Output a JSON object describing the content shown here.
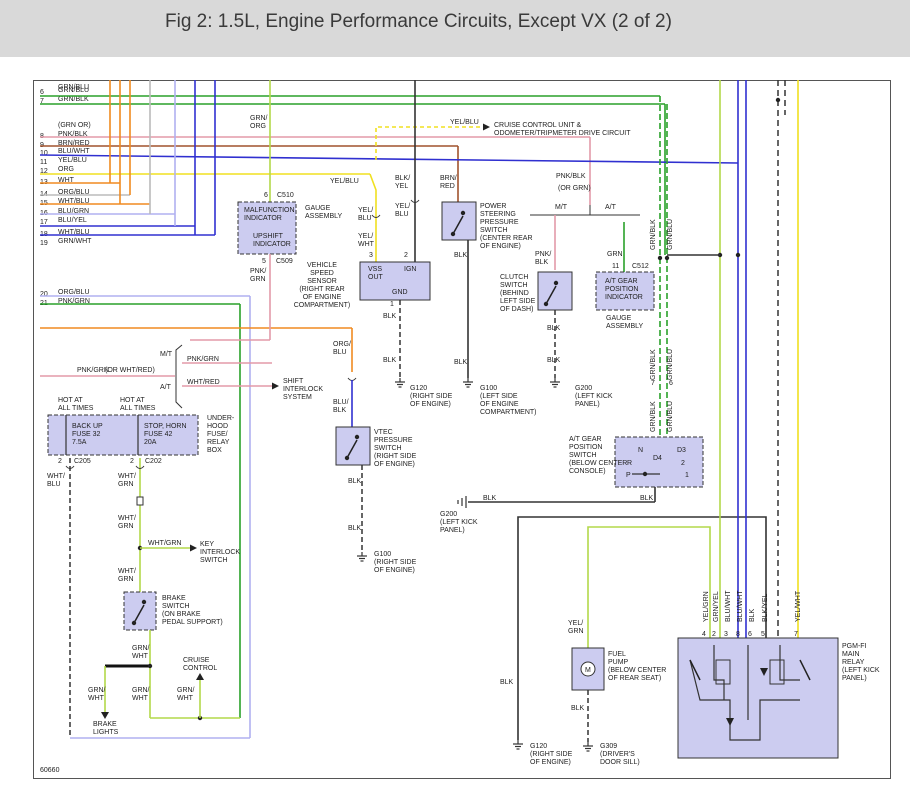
{
  "title": "Fig 2: 1.5L, Engine Performance Circuits, Except VX (2 of 2)",
  "figure_id": "60660",
  "wires": [
    {
      "num": "6",
      "label": "GRN/BLU"
    },
    {
      "num": "7",
      "label": "GRN/BLK"
    },
    {
      "num": "",
      "label": "(GRN OR)"
    },
    {
      "num": "8",
      "label": "PNK/BLK"
    },
    {
      "num": "9",
      "label": "BRN/RED"
    },
    {
      "num": "10",
      "label": "BLU/WHT"
    },
    {
      "num": "11",
      "label": "YEL/BLU"
    },
    {
      "num": "12",
      "label": "ORG"
    },
    {
      "num": "13",
      "label": "WHT"
    },
    {
      "num": "14",
      "label": "ORG/BLU"
    },
    {
      "num": "15",
      "label": "WHT/BLU"
    },
    {
      "num": "16",
      "label": "BLU/GRN"
    },
    {
      "num": "17",
      "label": "BLU/YEL"
    },
    {
      "num": "18",
      "label": "WHT/BLU"
    },
    {
      "num": "19",
      "label": "GRN/WHT"
    },
    {
      "num": "20",
      "label": "ORG/BLU"
    },
    {
      "num": "21",
      "label": "PNK/GRN"
    }
  ],
  "labels": {
    "or_wht_red": "(OR WHT/RED)",
    "mt": "M/T",
    "at": "A/T",
    "pnk_grn": "PNK/GRN",
    "wht_red": "WHT/RED",
    "shift_interlock": [
      "SHIFT",
      "INTERLOCK",
      "SYSTEM"
    ],
    "cruise_unit": [
      "CRUISE CONTROL UNIT &",
      "ODOMETER/TRIPMETER DRIVE CIRCUIT"
    ],
    "yel_blu_top": "YEL/BLU",
    "grn_org": [
      "GRN/",
      "ORG"
    ],
    "c510": "C510",
    "c510_pin": "6",
    "mil": [
      "MALFUNCTION",
      "INDICATOR"
    ],
    "upshift": [
      "UPSHIFT",
      "INDICATOR"
    ],
    "gauge_assembly": [
      "GAUGE",
      "ASSEMBLY"
    ],
    "c509": "C509",
    "c509_pin": "5",
    "pnk_grn_v": [
      "PNK/",
      "GRN"
    ],
    "yel_blu_vss": "YEL/BLU",
    "yel_blu2": [
      "YEL/",
      "BLU"
    ],
    "yel_wht": [
      "YEL/",
      "WHT"
    ],
    "blk_yel": [
      "BLK/",
      "YEL"
    ],
    "yel_blu3": [
      "YEL/",
      "BLU"
    ],
    "vss_out": [
      "VSS",
      "OUT"
    ],
    "ign": "IGN",
    "gnd": "GND",
    "vss_pin3": "3",
    "vss_pin2": "2",
    "vss_pin1": "1",
    "vss_name": [
      "VEHICLE",
      "SPEED",
      "SENSOR",
      "(RIGHT REAR",
      "OF ENGINE",
      "COMPARTMENT)"
    ],
    "blk": "BLK",
    "g120a": [
      "G120",
      "(RIGHT SIDE",
      "OF ENGINE)"
    ],
    "brn_red": [
      "BRN/",
      "RED"
    ],
    "ps_switch": [
      "POWER",
      "STEERING",
      "PRESSURE",
      "SWITCH",
      "(CENTER REAR",
      "OF ENGINE)"
    ],
    "g100a": [
      "G100",
      "(LEFT SIDE",
      "OF ENGINE",
      "COMPARTMENT)"
    ],
    "pnk_blk": "PNK/BLK",
    "or_grn": "(OR GRN)",
    "pnk_blk_v": [
      "PNK/",
      "BLK"
    ],
    "clutch_switch": [
      "CLUTCH",
      "SWITCH",
      "(BEHIND",
      "LEFT SIDE",
      "OF DASH)"
    ],
    "g200a": [
      "G200",
      "(LEFT KICK",
      "PANEL)"
    ],
    "grn": "GRN",
    "c512": "C512",
    "c512_pin": "11",
    "at_gear_ind": [
      "A/T GEAR",
      "POSITION",
      "INDICATOR"
    ],
    "gauge_assembly2": [
      "GAUGE",
      "ASSEMBLY"
    ],
    "grn_blk_v": "GRN/BLK",
    "grn_blu_v": "GRN/BLU",
    "pin7": "7",
    "pin6": "6",
    "at_gear_switch": [
      "A/T GEAR",
      "POSITION",
      "SWITCH",
      "(BELOW CENTER",
      "CONSOLE)"
    ],
    "switch_n": "N",
    "switch_d4": "D4",
    "switch_d3": "D3",
    "switch_r": "R",
    "switch_2": "2",
    "switch_p": "P",
    "switch_1": "1",
    "g200b": [
      "G200",
      "(LEFT KICK",
      "PANEL)"
    ],
    "hot1": [
      "HOT AT",
      "ALL TIMES"
    ],
    "hot2": [
      "HOT AT",
      "ALL TIMES"
    ],
    "fuse32": [
      "BACK UP",
      "FUSE 32",
      "7.5A"
    ],
    "fuse42": [
      "STOP, HORN",
      "FUSE 42",
      "20A"
    ],
    "underhood": [
      "UNDER-",
      "HOOD",
      "FUSE/",
      "RELAY",
      "BOX"
    ],
    "c205": "C205",
    "c202": "C202",
    "c205_pin": "2",
    "c202_pin": "2",
    "wht_blu_v": [
      "WHT/",
      "BLU"
    ],
    "wht_grn_v": [
      "WHT/",
      "GRN"
    ],
    "wht_grn_h": "WHT/GRN",
    "key_interlock": [
      "KEY",
      "INTERLOCK",
      "SWITCH"
    ],
    "brake_switch": [
      "BRAKE",
      "SWITCH",
      "(ON BRAKE",
      "PEDAL SUPPORT)"
    ],
    "grn_wht_v": [
      "GRN/",
      "WHT"
    ],
    "cruise_control": [
      "CRUISE",
      "CONTROL"
    ],
    "brake_lights": [
      "BRAKE",
      "LIGHTS"
    ],
    "org_blu_v": [
      "ORG/",
      "BLU"
    ],
    "blu_blk_v": [
      "BLU/",
      "BLK"
    ],
    "vtec": [
      "VTEC",
      "PRESSURE",
      "SWITCH",
      "(RIGHT SIDE",
      "OF ENGINE)"
    ],
    "g100b": [
      "G100",
      "(RIGHT SIDE",
      "OF ENGINE)"
    ],
    "yel_grn_v": [
      "YEL/",
      "GRN"
    ],
    "fuel_pump": [
      "FUEL",
      "PUMP",
      "(BELOW CENTER",
      "OF REAR SEAT)"
    ],
    "motor": "M",
    "g120b": [
      "G120",
      "(RIGHT SIDE",
      "OF ENGINE)"
    ],
    "g309": [
      "G309",
      "(DRIVER'S",
      "DOOR SILL)"
    ],
    "relay_wires": [
      "YEL/GRN",
      "GRN/YEL",
      "BLU/WHT",
      "BLU/WHT",
      "BLK",
      "BLK/YEL",
      "YEL/WHT"
    ],
    "relay_pins": [
      "4",
      "2",
      "3",
      "8",
      "6",
      "5",
      "7"
    ],
    "main_relay": [
      "PGM-FI",
      "MAIN",
      "RELAY",
      "(LEFT KICK",
      "PANEL)"
    ]
  },
  "colors": {
    "green": "#2aa12a",
    "lightgreen": "#b3d94a",
    "pink": "#e39aa8",
    "brown": "#a0522d",
    "blue": "#3030d0",
    "yellow": "#f0e020",
    "orange": "#f08a20",
    "gray": "#bbbbbb",
    "lavender": "#b0b0f0",
    "box": "#ccccf0"
  }
}
